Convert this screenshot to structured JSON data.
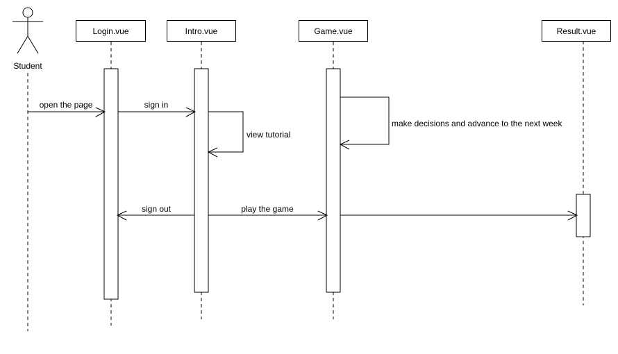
{
  "diagram": {
    "type": "sequence",
    "actor": {
      "label": "Student"
    },
    "participants": [
      {
        "label": "Login.vue"
      },
      {
        "label": "Intro.vue"
      },
      {
        "label": "Game.vue"
      },
      {
        "label": "Result.vue"
      }
    ],
    "messages": {
      "open_the_page": {
        "label": "open the page",
        "from": "Student",
        "to": "Login.vue",
        "kind": "arrow"
      },
      "sign_in": {
        "label": "sign in",
        "from": "Login.vue",
        "to": "Intro.vue",
        "kind": "arrow"
      },
      "view_tutorial": {
        "label": "view tutorial",
        "from": "Intro.vue",
        "to": "Intro.vue",
        "kind": "self"
      },
      "make_decisions": {
        "label": "make decisions and advance to the next week",
        "from": "Game.vue",
        "to": "Game.vue",
        "kind": "self"
      },
      "sign_out": {
        "label": "sign out",
        "from": "Intro.vue",
        "to": "Login.vue",
        "kind": "arrow"
      },
      "play_the_game": {
        "label": "play the game",
        "from": "Intro.vue",
        "to": "Game.vue",
        "kind": "arrow"
      },
      "game_to_result": {
        "label": "",
        "from": "Game.vue",
        "to": "Result.vue",
        "kind": "arrow"
      }
    },
    "colors": {
      "line": "#000000",
      "background": "#ffffff",
      "box_fill": "#ffffff"
    }
  }
}
